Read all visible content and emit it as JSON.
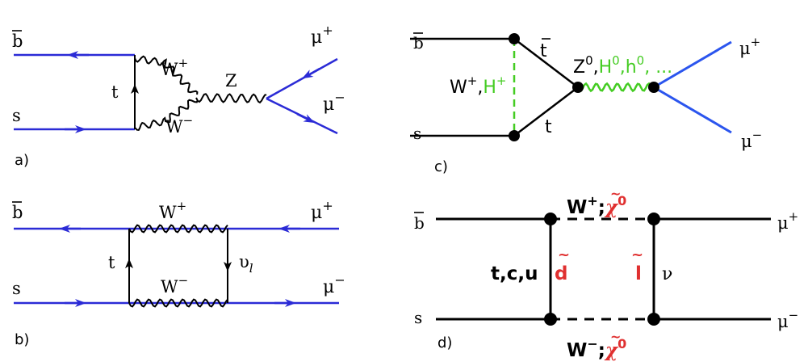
{
  "colors": {
    "fermion_blue": "#2b2bd6",
    "black": "#000000",
    "green": "#44cc22",
    "red": "#e03030"
  },
  "diagram_a": {
    "panel_label": "a)",
    "b_bar": "b",
    "s": "s",
    "t": "t",
    "w_plus": "W",
    "w_plus_sup": "+",
    "w_minus": "W",
    "w_minus_sup": "−",
    "z": "Z",
    "mu_plus": "μ",
    "mu_plus_sup": "+",
    "mu_minus": "μ",
    "mu_minus_sup": "−"
  },
  "diagram_b": {
    "panel_label": "b)",
    "b_bar": "b",
    "s": "s",
    "t": "t",
    "w_plus": "W",
    "w_plus_sup": "+",
    "w_minus": "W",
    "w_minus_sup": "−",
    "nu": "υ",
    "nu_sub": "l",
    "mu_plus": "μ",
    "mu_plus_sup": "+",
    "mu_minus": "μ",
    "mu_minus_sup": "−"
  },
  "diagram_c": {
    "panel_label": "c)",
    "b_bar": "b",
    "s": "s",
    "t_bar": "t",
    "t": "t",
    "w_h_label_black": "W",
    "w_h_label_sup": "+",
    "w_h_label_comma": ",",
    "w_h_label_green": "H",
    "w_h_label_green_sup": "+",
    "z_label_black": "Z",
    "z_label_sup": "0",
    "z_label_comma": ",",
    "z_label_green_1": "H",
    "z_label_green_1_sup": "0",
    "z_label_green_2": ",h",
    "z_label_green_2_sup": "0",
    "z_label_green_3": ", ...",
    "mu_plus": "μ",
    "mu_plus_sup": "+",
    "mu_minus": "μ",
    "mu_minus_sup": "−"
  },
  "diagram_d": {
    "panel_label": "d)",
    "b_bar": "b",
    "s": "s",
    "tcu": "t,c,u",
    "d_tilde": "d",
    "l_tilde": "l",
    "nu": "ν",
    "w_top": "W",
    "w_top_sup": "+",
    "w_top_comma": ";",
    "chi_top": "χ",
    "chi_top_sup": "0",
    "w_bottom": "W",
    "w_bottom_sup": "−",
    "w_bottom_comma": ";",
    "chi_bottom": "χ",
    "chi_bottom_sup": "0",
    "mu_plus": "μ",
    "mu_plus_sup": "+",
    "mu_minus": "μ",
    "mu_minus_sup": "−"
  }
}
